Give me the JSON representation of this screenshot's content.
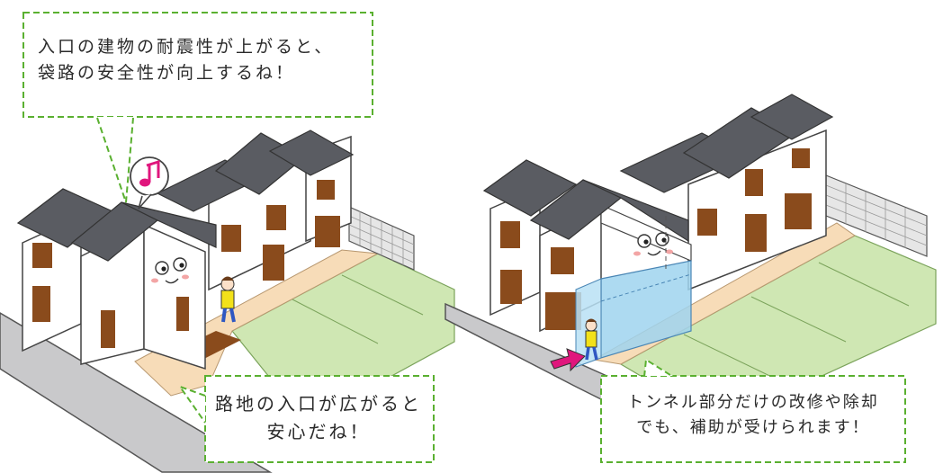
{
  "bubbles": {
    "top": {
      "lines": [
        "入口の建物の耐震性が上がると、",
        "袋路の安全性が向上するね！"
      ]
    },
    "left": {
      "lines": [
        "路地の入口が広がると",
        "安心だね！"
      ]
    },
    "right": {
      "lines": [
        "トンネル部分だけの改修や除却",
        "でも、補助が受けられます！"
      ]
    }
  },
  "colors": {
    "roof": "#5a5c62",
    "wall": "#ffffff",
    "wood": "#8a4b1c",
    "grass": "#cfe7b3",
    "path": "#f7dcb8",
    "road": "#c9c9cb",
    "tunnel": "#9fd3ee",
    "bubble_border": "#5ab030",
    "arrow": "#e0167d"
  },
  "icons": [
    "music-note-icon",
    "arrow-right-icon"
  ]
}
